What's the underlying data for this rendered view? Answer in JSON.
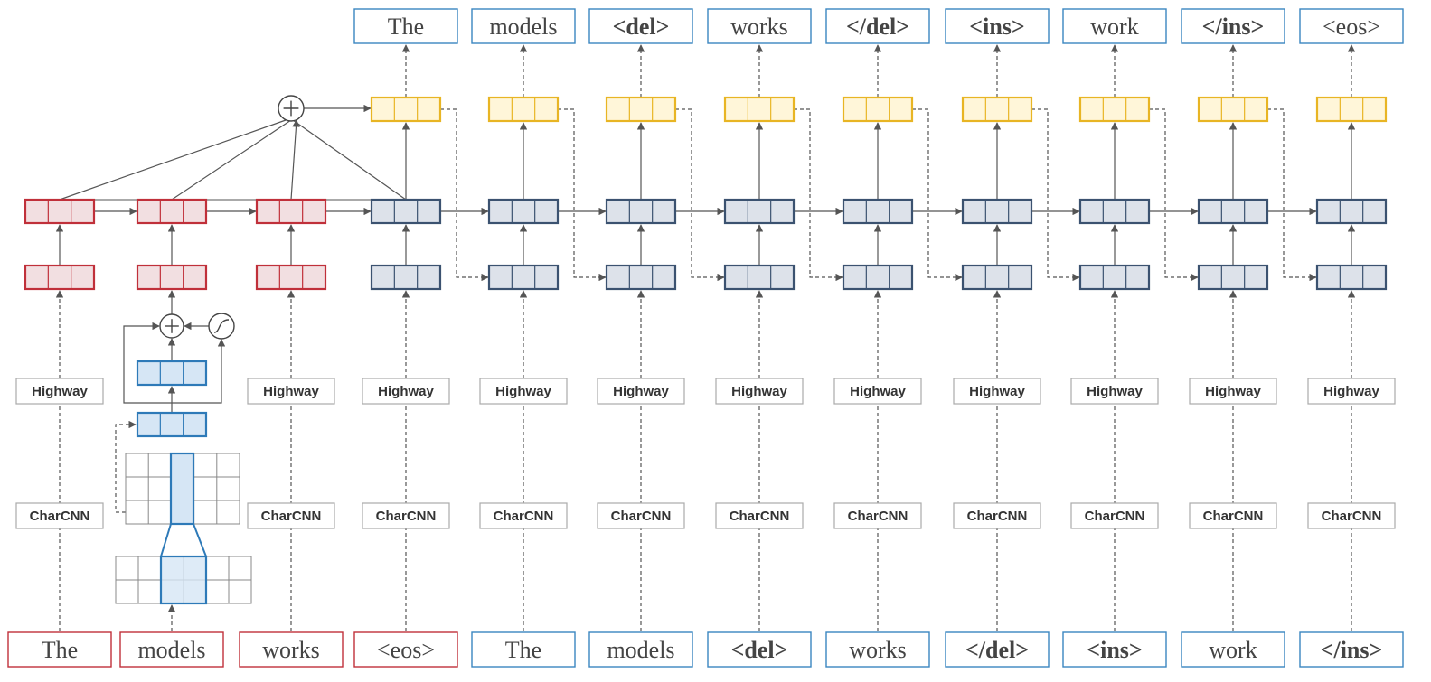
{
  "input_tokens": [
    {
      "text": "The",
      "bold": false
    },
    {
      "text": "models",
      "bold": false
    },
    {
      "text": "works",
      "bold": false
    },
    {
      "text": "<eos>",
      "bold": false
    },
    {
      "text": "The",
      "bold": false
    },
    {
      "text": "models",
      "bold": false
    },
    {
      "text": "<del>",
      "bold": true
    },
    {
      "text": "works",
      "bold": false
    },
    {
      "text": "</del>",
      "bold": true
    },
    {
      "text": "<ins>",
      "bold": true
    },
    {
      "text": "work",
      "bold": false
    },
    {
      "text": "</ins>",
      "bold": true
    }
  ],
  "output_tokens": [
    {
      "text": "The",
      "bold": false
    },
    {
      "text": "models",
      "bold": false
    },
    {
      "text": "<del>",
      "bold": true
    },
    {
      "text": "works",
      "bold": false
    },
    {
      "text": "</del>",
      "bold": true
    },
    {
      "text": "<ins>",
      "bold": true
    },
    {
      "text": "work",
      "bold": false
    },
    {
      "text": "</ins>",
      "bold": true
    },
    {
      "text": "<eos>",
      "bold": false
    }
  ],
  "labels": {
    "highway": "Highway",
    "charcnn": "CharCNN"
  },
  "colors": {
    "encoder_border": "#c0303a",
    "encoder_fill": "#f2dfe1",
    "decoder_border": "#3b5270",
    "decoder_fill": "#dde2ea",
    "output_border": "#e8b524",
    "output_fill": "#fff6d9",
    "highway_border": "#2e7ab8",
    "highway_fill": "#d6e6f5",
    "input_dec_border": "#3a86c0",
    "arrow": "#555555",
    "grid": "#888888"
  },
  "icons": {
    "sum": "plus-circle-icon",
    "gate": "sigmoid-gate-icon"
  }
}
